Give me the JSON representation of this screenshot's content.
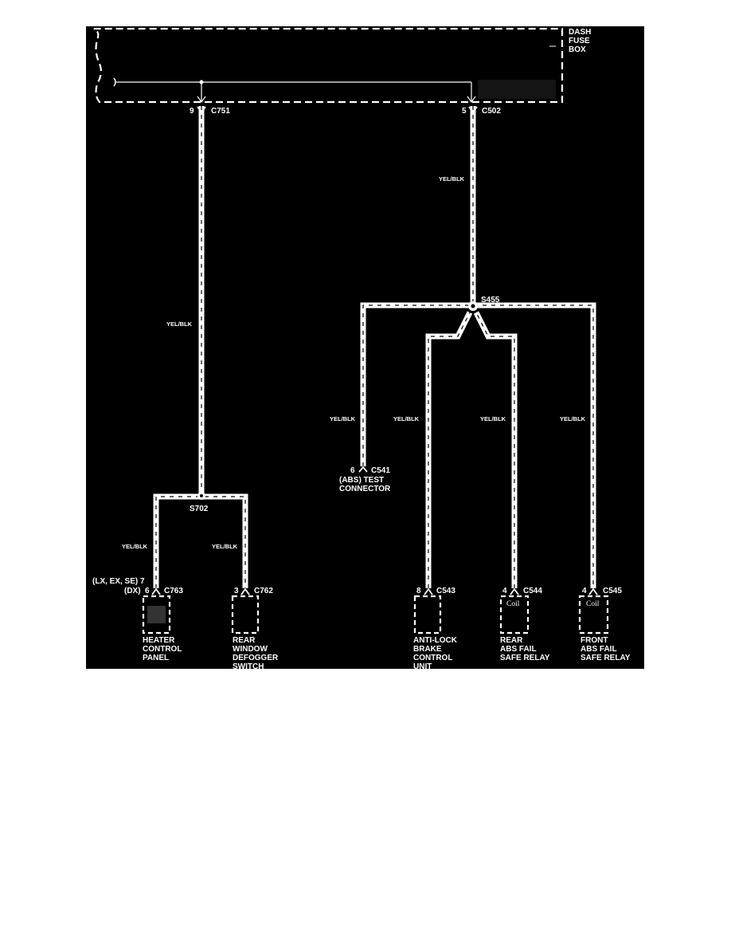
{
  "fuse_box": {
    "name_lines": [
      "DASH",
      "FUSE",
      "BOX"
    ]
  },
  "wire_color": "YEL/BLK",
  "connectors": {
    "c751": {
      "pin": "9",
      "id": "C751"
    },
    "c502": {
      "pin": "5",
      "id": "C502"
    },
    "c541": {
      "pin": "6",
      "id": "C541"
    },
    "c763": {
      "pin": "6",
      "id": "C763",
      "variant_label": "(LX, EX, SE) 7",
      "variant_label_2": "(DX)"
    },
    "c762": {
      "pin": "3",
      "id": "C762"
    },
    "c543": {
      "pin": "8",
      "id": "C543"
    },
    "c544": {
      "pin": "4",
      "id": "C544"
    },
    "c545": {
      "pin": "4",
      "id": "C545"
    }
  },
  "splices": {
    "s455": "S455",
    "s702": "S702"
  },
  "components": {
    "abs_test": {
      "lines": [
        "(ABS) TEST",
        "CONNECTOR"
      ]
    },
    "heater": {
      "lines": [
        "HEATER",
        "CONTROL",
        "PANEL"
      ]
    },
    "defogger": {
      "lines": [
        "REAR",
        "WINDOW",
        "DEFOGGER",
        "SWITCH"
      ]
    },
    "abs_unit": {
      "lines": [
        "ANTI-LOCK",
        "BRAKE",
        "CONTROL",
        "UNIT"
      ]
    },
    "rear_relay": {
      "lines": [
        "REAR",
        "ABS FAIL",
        "SAFE RELAY"
      ],
      "coil": "Coil"
    },
    "front_relay": {
      "lines": [
        "FRONT",
        "ABS FAIL",
        "SAFE RELAY"
      ],
      "coil": "Coil"
    }
  }
}
